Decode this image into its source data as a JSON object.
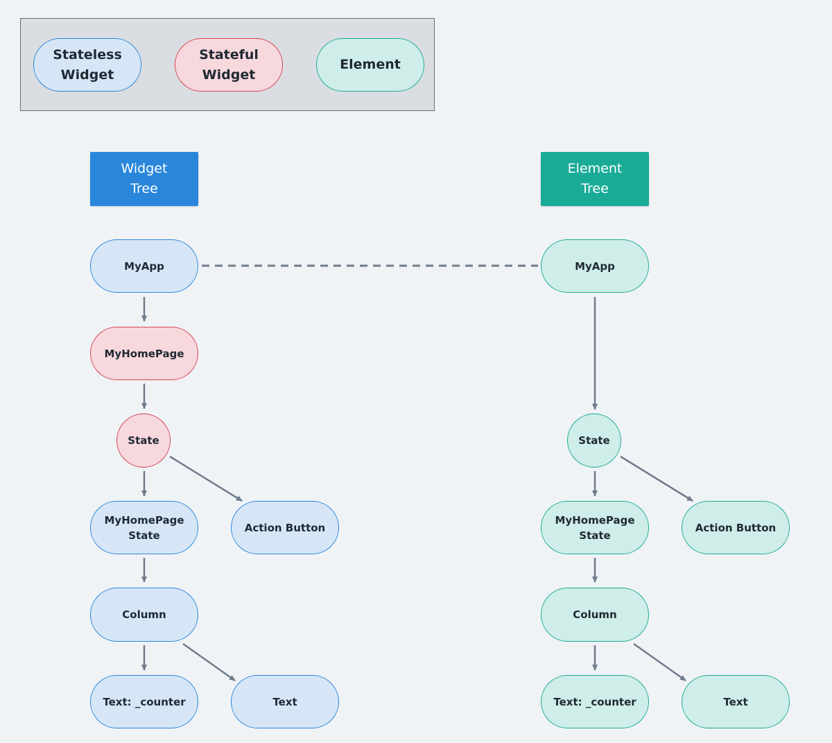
{
  "legend": {
    "stateless": "Stateless\nWidget",
    "stateful": "Stateful\nWidget",
    "element": "Element"
  },
  "widget_tree": {
    "title": "Widget\nTree",
    "nodes": {
      "myapp": "MyApp",
      "myhomepage": "MyHomePage",
      "state": "State",
      "myhomepage_state": "MyHomePage\nState",
      "action_button": "Action Button",
      "column": "Column",
      "text_counter": "Text: _counter",
      "text": "Text"
    }
  },
  "element_tree": {
    "title": "Element\nTree",
    "nodes": {
      "myapp": "MyApp",
      "state": "State",
      "myhomepage_state": "MyHomePage\nState",
      "action_button": "Action Button",
      "column": "Column",
      "text_counter": "Text: _counter",
      "text": "Text"
    }
  },
  "colors": {
    "stateless_fill": "#d6e6f6",
    "stateless_stroke": "#2a86db",
    "stateful_fill": "#f7d8dd",
    "stateful_stroke": "#d6434f",
    "element_fill": "#cfede9",
    "element_stroke": "#1aab97",
    "connector": "#6e7b8a"
  }
}
